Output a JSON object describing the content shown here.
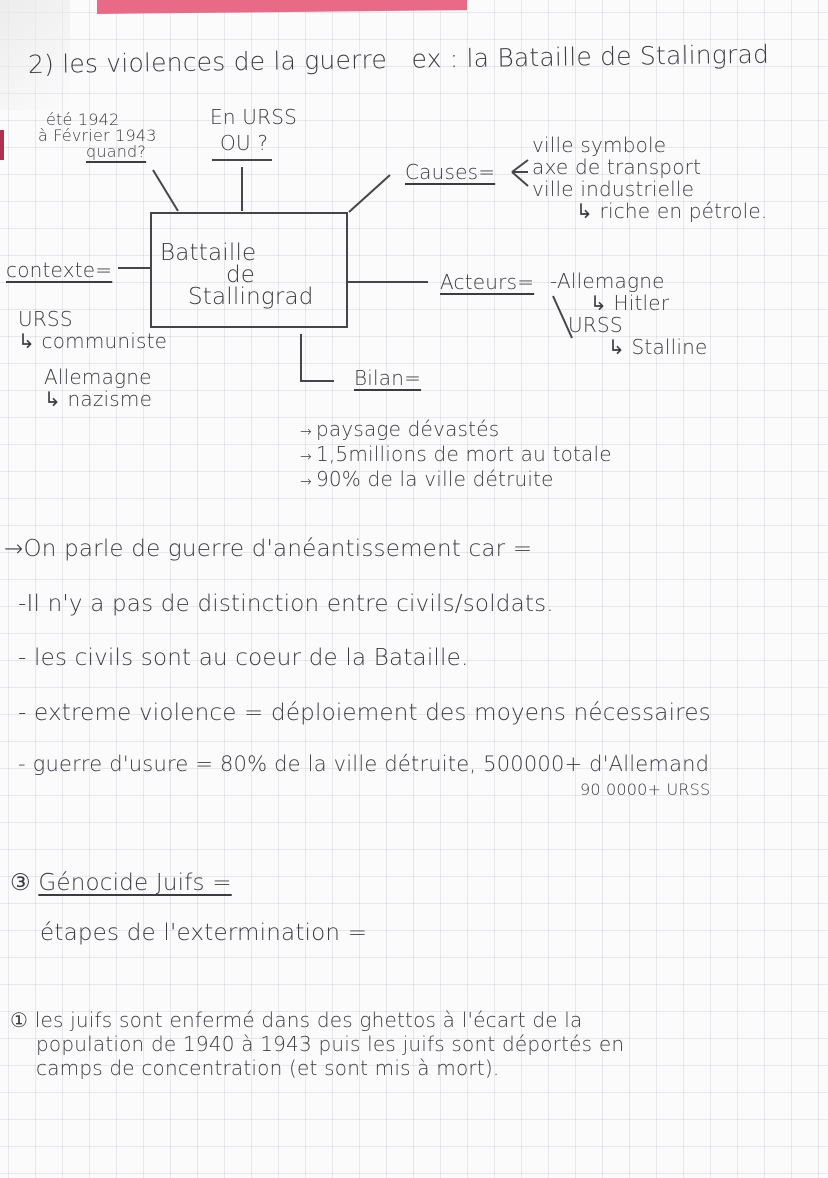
{
  "page": {
    "paper": "grid notebook",
    "ink_color": "#3b3b40",
    "accent_color": "#e86a86"
  },
  "title": {
    "marker": "2)",
    "text": "les violences de la guerre",
    "example": "ex : la Bataille de Stalingrad"
  },
  "diagram": {
    "center": {
      "line1": "Battaille",
      "line2": "de",
      "line3": "Stallingrad"
    },
    "quand": {
      "line1": "été 1942",
      "line2": "à Février 1943",
      "label": "quand?"
    },
    "ou": {
      "line1": "En URSS",
      "label": "OU ?"
    },
    "causes": {
      "label": "Causes=",
      "items": [
        "ville symbole",
        "axe de transport",
        "ville industrielle",
        "↳ riche en pétrole."
      ]
    },
    "contexte": {
      "label": "contexte=",
      "items": [
        "URSS",
        "↳ communiste",
        "Allemagne",
        "↳ nazisme"
      ]
    },
    "acteurs": {
      "label": "Acteurs=",
      "items": [
        "-Allemagne",
        "↳ Hitler",
        "URSS",
        "↳ Stalline"
      ]
    },
    "bilan": {
      "label": "Bilan=",
      "items": [
        "paysage dévastés",
        "1,5millions de mort au totale",
        "90% de la ville détruite"
      ]
    }
  },
  "aneantissement": {
    "heading": "→On parle de guerre d'anéantissement car =",
    "points": [
      "-Il n'y a pas de distinction entre civils/soldats.",
      "- les civils sont au coeur de la Bataille.",
      "- extreme violence = déploiement des moyens nécessaires",
      "- guerre d'usure = 80% de la ville détruite, 500000+ d'Allemand"
    ],
    "sub_note": "90 0000+ URSS"
  },
  "genocide": {
    "number": "③",
    "heading": "Génocide Juifs =",
    "subheading": "étapes de l'extermination =",
    "step1": {
      "number": "①",
      "lines": [
        "les juifs sont enfermé dans des ghettos à l'écart de la",
        "population de 1940 à 1943 puis les juifs sont déportés en",
        "camps de concentration (et sont mis à mort)."
      ]
    }
  }
}
